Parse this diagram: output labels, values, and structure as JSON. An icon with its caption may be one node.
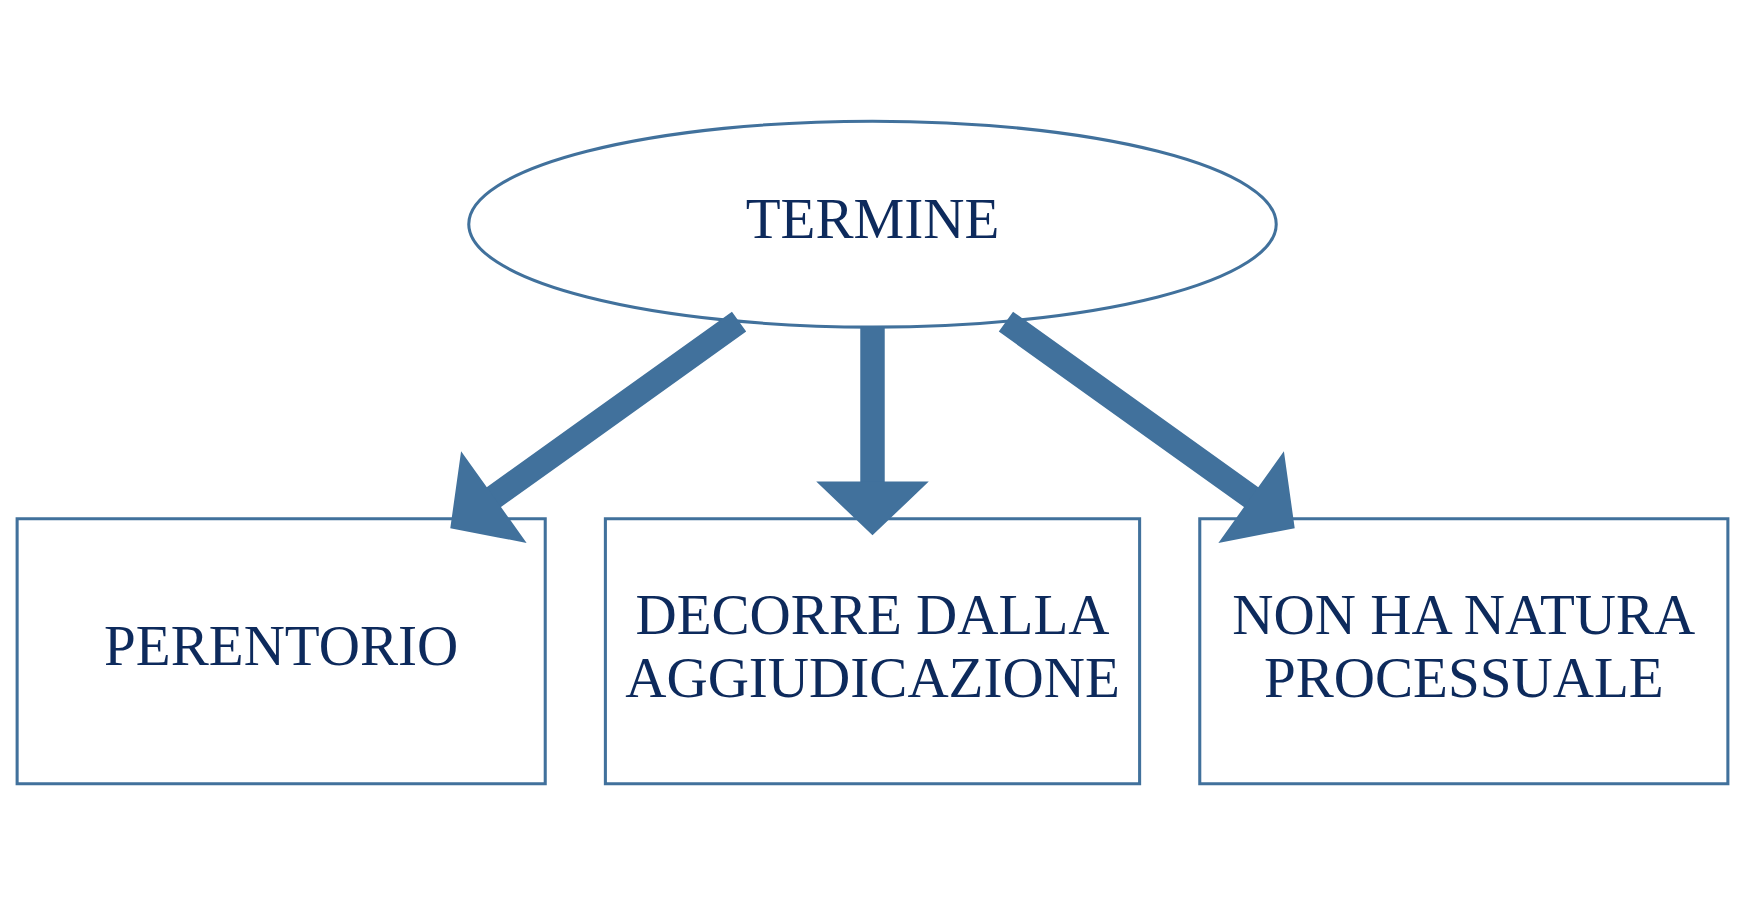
{
  "diagram": {
    "nodes": [
      {
        "text": [
          "TERMINE"
        ]
      },
      {
        "text": [
          "PERENTORIO"
        ]
      },
      {
        "text": [
          "DECORRE DALLA AGGIUDICAZIONE"
        ]
      },
      {
        "text": [
          "NON HA NATURA PROCESSUALE"
        ]
      }
    ],
    "edges": [
      {
        "from": 0,
        "to": 1,
        "arrow": "to"
      },
      {
        "from": 0,
        "to": 2,
        "arrow": "to"
      },
      {
        "from": 0,
        "to": 3,
        "arrow": "to"
      }
    ]
  }
}
